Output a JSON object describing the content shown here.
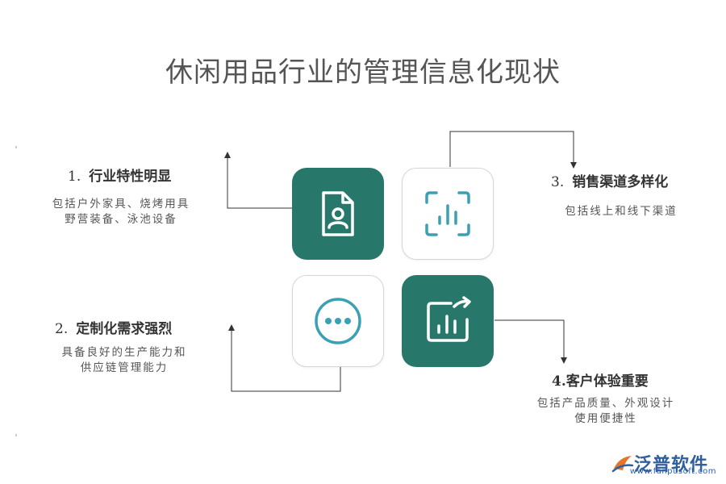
{
  "title": "休闲用品行业的管理信息化现状",
  "items": [
    {
      "number": "1.",
      "heading": "行业特性明显",
      "desc": [
        "包括户外家具、烧烤用具",
        "野营装备、泳池设备"
      ],
      "icon": "document-user-icon"
    },
    {
      "number": "2.",
      "heading": "定制化需求强烈",
      "desc": [
        "具备良好的生产能力和",
        "供应链管理能力"
      ],
      "icon": "ellipsis-circle-icon"
    },
    {
      "number": "3.",
      "heading": "销售渠道多样化",
      "desc": [
        "包括线上和线下渠道"
      ],
      "icon": "bar-chart-scan-icon"
    },
    {
      "number": "4.",
      "heading": "客户体验重要",
      "desc": [
        "包括产品质量、外观设计",
        "使用便捷性"
      ],
      "icon": "bar-chart-arrow-icon"
    }
  ],
  "logo": {
    "text": "泛普软件",
    "url": "www.fanpusoft.com",
    "icon": "fanpu-logo-icon"
  },
  "colors": {
    "dark_tile": "#27786a",
    "icon_teal": "#3aa0b4",
    "line": "#333333"
  }
}
